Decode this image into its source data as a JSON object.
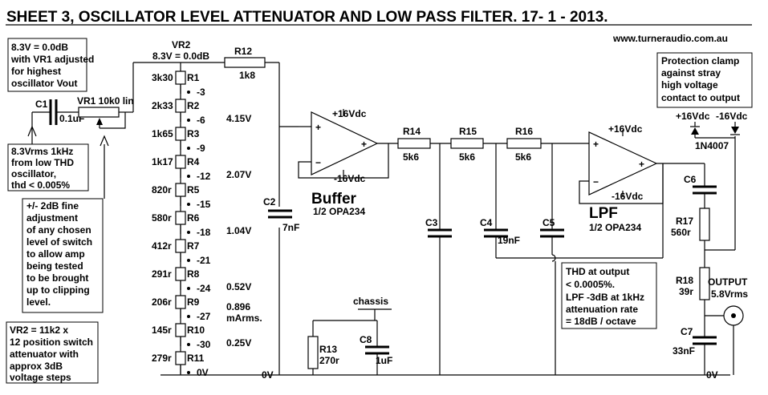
{
  "title": "SHEET 3, OSCILLATOR LEVEL ATTENUATOR AND LOW PASS FILTER. 17- 1 - 2013.",
  "website": "www.turneraudio.com.au",
  "notes": {
    "n1": [
      "8.3V = 0.0dB",
      "with VR1 adjusted",
      "for highest",
      "oscillator Vout"
    ],
    "n2": [
      "8.3Vrms 1kHz",
      "from low THD",
      "oscillator,",
      "thd < 0.005%"
    ],
    "n3": [
      "+/- 2dB fine",
      "adjustment",
      "of any chosen",
      "level of switch",
      "to allow amp",
      "being tested",
      "to be brought",
      "up to clipping",
      "level."
    ],
    "n4": [
      "VR2 = 11k2 x",
      "12 position switch",
      "attenuator with",
      "approx 3dB",
      "voltage steps"
    ],
    "n5": [
      "Protection clamp",
      "against stray",
      "high voltage",
      "contact to output"
    ],
    "n6": [
      "THD at output",
      "< 0.0005%.",
      "LPF -3dB at 1kHz",
      "attenuation rate",
      "= 18dB / octave"
    ]
  },
  "input": {
    "c1_name": "C1",
    "c1_value": "0.1uF",
    "vr1_label": "VR1 10k0 lin"
  },
  "ladder": {
    "header": "VR2",
    "top_label": "8.3V = 0.0dB",
    "resistors": [
      {
        "value": "3k30",
        "name": "R1"
      },
      {
        "value": "2k33",
        "name": "R2"
      },
      {
        "value": "1k65",
        "name": "R3"
      },
      {
        "value": "1k17",
        "name": "R4"
      },
      {
        "value": "820r",
        "name": "R5"
      },
      {
        "value": "580r",
        "name": "R6"
      },
      {
        "value": "412r",
        "name": "R7"
      },
      {
        "value": "291r",
        "name": "R8"
      },
      {
        "value": "206r",
        "name": "R9"
      },
      {
        "value": "145r",
        "name": "R10"
      },
      {
        "value": "279r",
        "name": "R11"
      }
    ],
    "taps": [
      "-3",
      "-6",
      "-9",
      "-12",
      "-15",
      "-18",
      "-21",
      "-24",
      "-27",
      "-30",
      "0V"
    ],
    "voltages": {
      "v1": "4.15V",
      "v2": "2.07V",
      "v3": "1.04V",
      "v4": "0.52V",
      "v5a": "0.896",
      "v5b": "mArms.",
      "v6": "0.25V"
    }
  },
  "parts": {
    "r12_name": "R12",
    "r12_value": "1k8",
    "c2_name": "C2",
    "c2_value": "7nF",
    "r13_name": "R13",
    "r13_value": "270r",
    "c8_name": "C8",
    "c8_value": "1uF",
    "chassis": "chassis",
    "zero_v": "0V",
    "r14_name": "R14",
    "r14_value": "5k6",
    "r15_name": "R15",
    "r15_value": "5k6",
    "r16_name": "R16",
    "r16_value": "5k6",
    "c3_name": "C3",
    "c4_name": "C4",
    "c4_value": "19nF",
    "c5_name": "C5",
    "c6_name": "C6",
    "r17_name": "R17",
    "r17_value": "560r",
    "r18_name": "R18",
    "r18_value": "39r",
    "c7_name": "C7",
    "c7_value": "33nF",
    "diode": "1N4007",
    "output_label": "OUTPUT",
    "output_value": "5.8Vrms",
    "zero_v_out": "0V"
  },
  "opamps": {
    "buffer": {
      "vpos": "+16Vdc",
      "vneg": "-16Vdc",
      "plus": "+",
      "minus": "−",
      "out_plus": "+",
      "label": "Buffer",
      "part": "1/2 OPA234"
    },
    "lpf": {
      "vpos": "+16Vdc",
      "vneg": "-16Vdc",
      "plus": "+",
      "minus": "−",
      "out_plus": "+",
      "label": "LPF",
      "part": "1/2 OPA234"
    },
    "clamp_pos": "+16Vdc",
    "clamp_neg": "-16Vdc"
  }
}
